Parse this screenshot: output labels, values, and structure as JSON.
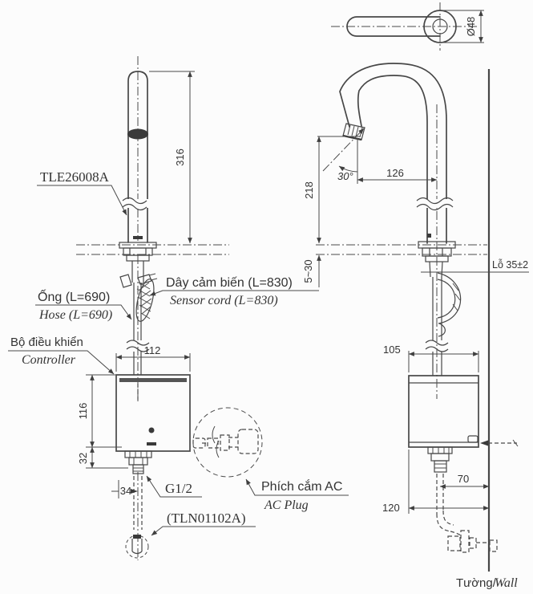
{
  "labels": {
    "product_code": "TLE26008A",
    "hose_vi": "Ống (L=690)",
    "hose_en": "Hose (L=690)",
    "sensor_cord_vi": "Dây cảm biến (L=830)",
    "sensor_cord_en": "Sensor cord (L=830)",
    "controller_vi": "Bộ điều khiển",
    "controller_en": "Controller",
    "ac_plug_vi": "Phích cắm AC",
    "ac_plug_en": "AC Plug",
    "thread_size": "G1/2",
    "drain_code": "(TLN01102A)",
    "hole_note": "Lỗ 35±2",
    "wall_vi": "Tường/",
    "wall_en": "Wall"
  },
  "dimensions": {
    "spout_height": "316",
    "controller_width": "112",
    "controller_height": "116",
    "shank_height": "32",
    "shank_offset": "34",
    "spout_diameter": "Ø48",
    "outlet_height": "218",
    "spout_reach": "126",
    "outlet_angle": "30°",
    "deck_thickness": "5~30",
    "controller_depth": "105",
    "pipe_wall_offset": "70",
    "controller_wall_offset": "120"
  },
  "colors": {
    "line": "#474747",
    "text": "#333333",
    "background": "#fcfcfc"
  }
}
